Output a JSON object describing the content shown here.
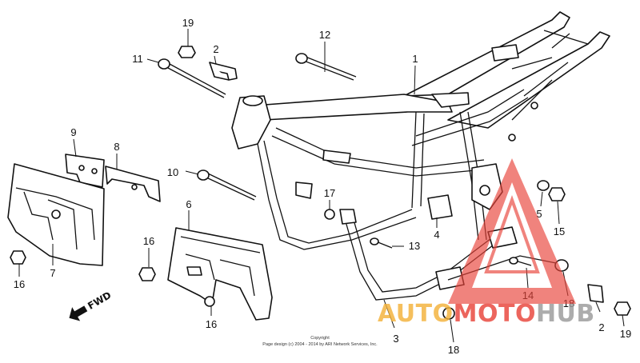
{
  "diagram": {
    "callouts": [
      {
        "id": "c1",
        "label": "1"
      },
      {
        "id": "c2a",
        "label": "2"
      },
      {
        "id": "c2b",
        "label": "2"
      },
      {
        "id": "c3",
        "label": "3"
      },
      {
        "id": "c4",
        "label": "4"
      },
      {
        "id": "c5",
        "label": "5"
      },
      {
        "id": "c6",
        "label": "6"
      },
      {
        "id": "c7",
        "label": "7"
      },
      {
        "id": "c8",
        "label": "8"
      },
      {
        "id": "c9",
        "label": "9"
      },
      {
        "id": "c10",
        "label": "10"
      },
      {
        "id": "c11",
        "label": "11"
      },
      {
        "id": "c12",
        "label": "12"
      },
      {
        "id": "c13",
        "label": "13"
      },
      {
        "id": "c14",
        "label": "14"
      },
      {
        "id": "c15",
        "label": "15"
      },
      {
        "id": "c16a",
        "label": "16"
      },
      {
        "id": "c16b",
        "label": "16"
      },
      {
        "id": "c16c",
        "label": "16"
      },
      {
        "id": "c17",
        "label": "17"
      },
      {
        "id": "c18a",
        "label": "18"
      },
      {
        "id": "c18b",
        "label": "18"
      },
      {
        "id": "c19a",
        "label": "19"
      },
      {
        "id": "c19b",
        "label": "19"
      }
    ],
    "fwd_label": "FWD",
    "copyright_line1": "Copyright",
    "copyright_line2": "Page design (c) 2004 - 2014 by ARI Network Services, Inc."
  },
  "watermark": {
    "part1": "AUTO",
    "part2": "MOTO",
    "part3": "HUB",
    "color_red": "#e8443a",
    "color_yellow": "#f3b23a",
    "color_gray": "#9a9a9a"
  }
}
